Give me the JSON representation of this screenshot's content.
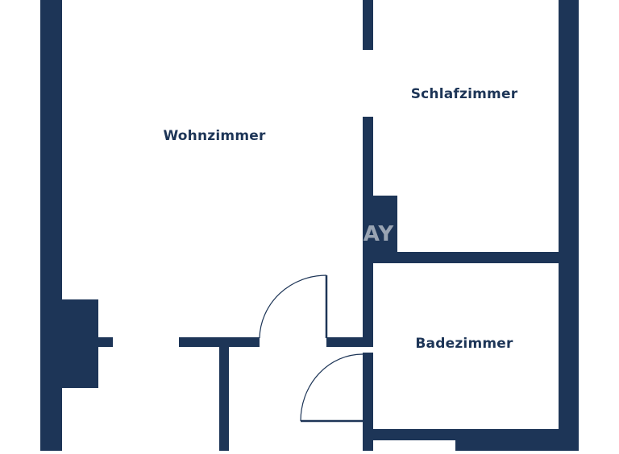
{
  "floorplan": {
    "rooms": {
      "wohnzimmer": "Wohnzimmer",
      "schlafzimmer": "Schlafzimmer",
      "badezimmer": "Badezimmer"
    },
    "watermark": "AY"
  },
  "colors": {
    "wall": "#1d3557",
    "background": "#ffffff"
  }
}
